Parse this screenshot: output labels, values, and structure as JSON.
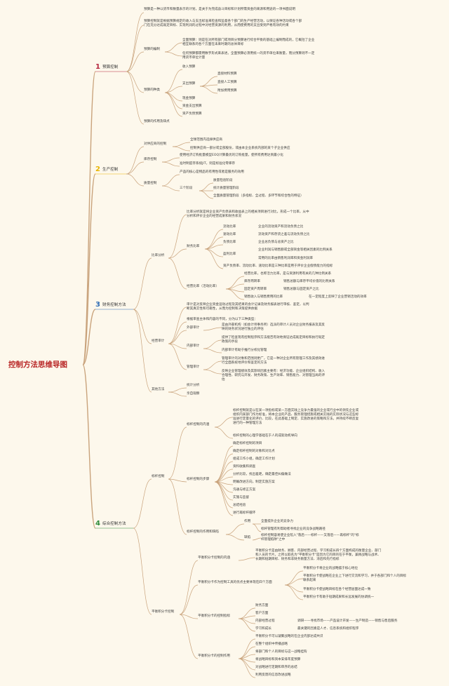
{
  "root": "控制方法思维导图",
  "colors": {
    "b1": "#b5253e",
    "b2": "#e8b400",
    "b3": "#2f6db5",
    "b4": "#2f8b3a",
    "root_text": "#b82424",
    "line": "#c9a37c"
  },
  "branches": {
    "b1": {
      "num": "1",
      "name": "预算控制",
      "n1": "预算是一种以货币和数量表示的计划，是关于为完成奋斗目标和计划所需资金的来源和用途的一项书面说明",
      "n2": "预算控制就是根据预算规定的收入与支出标准来检查和监督各个部门的生产经营活动，以保证各种活动或各个部门在充分达成既定目标、实现利润的过程中对经营资源的利用，从而使费用的支出受到严格有效的约束",
      "n3": "预算的编制",
      "n3a": "全面预算：则是在对所有部门或项目分预算进行综合平衡的基础上编制而成的，它概括了企业相互联系的各个方面在未来时期的总体目标",
      "n3b": "任何预算都需用数字形式来表述。全面预算必须用统一的货币单位来衡量，而分预算则不一定用货币单位计量",
      "n4": "预算的种类",
      "n4a": "收入预算",
      "n4b": "支出预算",
      "n4b1": "直接材料预算",
      "n4b2": "直接人工预算",
      "n4b3": "附加费用预算",
      "n4c": "现金预算",
      "n4d": "资金支出预算",
      "n4e": "资产负债预算",
      "n5": "预算的作用及缺点"
    },
    "b2": {
      "num": "2",
      "name": "生产控制",
      "n1": "对供应商的控制",
      "n1a": "全球范围内选择供应商",
      "n1b": "控制供应商一部分或全部股份，或由本企业系统内部的某个子企业供应",
      "n2": "库存控制",
      "n2a": "使用经济订购批量模型EOQ计算最优的订购批量，使所有费用达到最小化",
      "n2b": "准时制度存系统JIT，则是标准化零库存",
      "n3": "质量控制",
      "n3a": "产品的核心是物品的有用性或者是服务的效用",
      "n3b": "三个阶段",
      "n3b1": "质量检验阶段",
      "n3b2": "统计质量管理阶段",
      "n3b3": "全面质量管理阶段（多指标、全过程、多环节和综合性的特征）"
    },
    "b3": {
      "num": "3",
      "name": "财务控制方法",
      "n1": "比率分析",
      "n1a": "比率分析就是将企业资产负债表和收益表上的相关项目进行对比，形成一个比率，从中分析和评价企业的经营成果和财务状况",
      "n1b": "财务比率",
      "n1b1": "流动比率",
      "n1b1t": "企业的流动资产和流动负债之比",
      "n1b2": "速动比率",
      "n1b2t": "流动资产和存货之差与流动负债之比",
      "n1b3": "负债比率",
      "n1b3t": "企业总负债与总资产之比",
      "n1b4": "盈利比率",
      "n1b4t1": "企业利润与销售额或全部资金等相关因素的比例关系",
      "n1b4t2": "常用的比率由销售利润率和资金利润率",
      "n1b5": "资产负债率、流动比率、速动比率是三种比率是用于评价企业偿债能力的指标",
      "n1c": "经营比率（活动比率）",
      "n1c1": "经营比率，也称活力比率，是与资源利用有关的几种比例关系",
      "n1c2": "库存周转率",
      "n1c2t": "销售总额与库存平均价值的比例关系",
      "n1c3": "固定资产周转率",
      "n1c3t": "销售总额与固定资产之比",
      "n1c4": "销售收入与销售费用的比率",
      "n1c4t": "在一定程度上反映了企业营销活动的效率",
      "n2": "经营审计",
      "n2a": "审计是对反映企业资金运动过程及其结果的会计记录及财务报表进行审核、鉴定，以判断其真实性和可靠性，从而为控制和决策提供依据",
      "n2b": "根据审查主体和内容的不同，分为以下三种类型：",
      "n2c": "外部审计",
      "n2c1": "是由外部机构（如会计师事务所）选派的审计人员对企业财务报表及其反映的财务状况进行独立的评估",
      "n2d": "内部审计",
      "n2d1": "提供了检查现有控制程序和方法能否有效地保证达成既定目标和执行既定政策的手段",
      "n2d2": "内部审计有助于推行分权化管理",
      "n2e": "管理审计",
      "n2e1": "管理审计的对象和范围则更广，它是一种对企业所有管理工作及其绩效进行全面系统地评价和鉴定的方法",
      "n2e2": "反映企业管理绩效及其影响因素主要有：经济功能、企业组织结构、收入合理性、研究与开发、财务政策、生产效率、销售能力、对管理当局的评估",
      "n3": "其他方法",
      "n3a": "统计分析",
      "n3b": "亲自观察"
    },
    "b4": {
      "num": "4",
      "name": "综合控制方法",
      "n1": "标杆控制",
      "n1a": "标杆控制的内涵",
      "n1a1": "标杆控制就是以在某一项指标或某一方面实践上竞争力最强的企业或行业中的领先企业或组织内某部门作为标准，将本企业的产品、服务管理措施或相关实践的实际状况与这些标准进行定量化的评价、比较，在此基础上制定、实施改进的策略和方法，并持续不断反复进行的一种管理方法",
      "n1a2": "标杆控制的心理学基础在于人的成就动机导向",
      "n1b": "标杆控制的步骤",
      "n1b1": "确定标杆控制的项目",
      "n1b2": "确定标杆控制的对象和对比点",
      "n1b3": "组成工作小组，确定工作计划",
      "n1b4": "资料收集和调查",
      "n1b5": "分析比较，找出差距，确定最佳纠偏做法",
      "n1b6": "明确改进方向，制定实施方案",
      "n1b7": "沟通与修正方案",
      "n1b8": "实施与监督",
      "n1b9": "总结经验",
      "n1b10": "进行再标杆循环",
      "n1c": "标杆控制的作用和缺陷",
      "n1c1": "作用",
      "n1c1a": "全面提升企业的竞争力",
      "n1c1b": "标杆管理有利帮助者寻找企业的竞争战略路径",
      "n1c2": "缺陷",
      "n1c2a": "标杆控制容易使企业陷入\"落后——标杆——又落后——再标杆\"的\"标杆管理陷阱\"之中",
      "n2": "平衡积分卡控制",
      "n2a": "平衡积分卡控制的内涵",
      "n2a1": "平衡积分卡是由财务、顾客、内部经营过程、学习和成长四个方面构成的衡量企业、部门和人员的卡片，之所以取名为\"平衡积分卡\"是因为它的目的在于平衡，兼顾战略与战术、长期和短期目标、财务和非财务衡量方法、滞后和先行指标",
      "n2b": "平衡积分卡作为控制工具的优点主要体现在四个方面",
      "n2b1": "平衡积分卡将企业的战略摆于核心地位",
      "n2b2": "平衡积分卡使战略在企业上下进行交流和学习，并于各部门和个人的目标联系起来",
      "n2b3": "平衡积分卡使战略目标在各个经营层面达成一致",
      "n2b4": "平衡积分卡有助于短期成果和长远发展的协调统一",
      "n2c": "平衡积分卡的控制指标",
      "n2c1": "财务方面",
      "n2c2": "客户方面",
      "n2c3": "内部经营过程",
      "n2c3t": "调研——寻找市场——产品设计开发——生产制造——销售与售后服务",
      "n2c4": "学习和成长",
      "n2c4t": "最关键的因素是人才、信息系统和组织程序",
      "n2d": "平衡积分卡的控制作用",
      "n2d1": "平衡积分卡可以凝聚战略的在企业内部达成共识",
      "n2d2": "在整个组织中传播战略",
      "n2d3": "将部门和个人的目标与这一战略挂钩",
      "n2d4": "将战略目标和资本安排年度预算",
      "n2d5": "对战略进行定期和审序的总结",
      "n2d6": "利用反馈的信息改进战略"
    }
  }
}
